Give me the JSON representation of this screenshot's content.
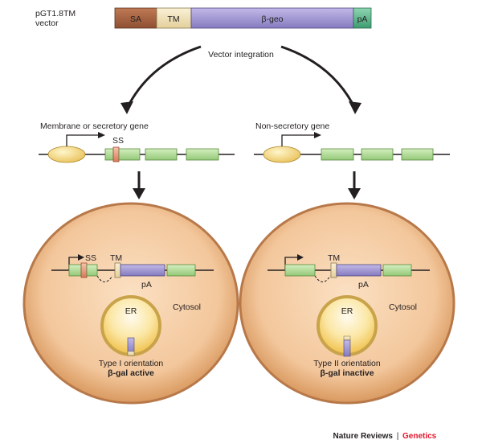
{
  "vector": {
    "name_line1": "pGT1.8TM",
    "name_line2": "vector",
    "segments": [
      {
        "label": "SA",
        "color": "#a0603f"
      },
      {
        "label": "TM",
        "color": "#f0e2bd"
      },
      {
        "label": "β-geo",
        "color": "#9b8fc9"
      },
      {
        "label": "pA",
        "color": "#5ab48c"
      }
    ]
  },
  "integration_label": "Vector integration",
  "left": {
    "gene_title": "Membrane or secretory gene",
    "ss_label": "SS",
    "cell": {
      "ss_label": "SS",
      "tm_label": "TM",
      "pa_label": "pA",
      "er_label": "ER",
      "cytosol_label": "Cytosol",
      "orientation": "Type I orientation",
      "activity": "β-gal active"
    }
  },
  "right": {
    "gene_title": "Non-secretory gene",
    "cell": {
      "tm_label": "TM",
      "pa_label": "pA",
      "er_label": "ER",
      "cytosol_label": "Cytosol",
      "orientation": "Type II orientation",
      "activity": "β-gal inactive"
    }
  },
  "footer": {
    "journal": "Nature Reviews",
    "separator": "|",
    "section": "Genetics"
  },
  "colors": {
    "exon": "#a8d88a",
    "exon_stroke": "#5a8a3c",
    "promoter": "#f1d57a",
    "ss": "#e7a08a",
    "tm": "#f0e2bd",
    "bgeo": "#9b8fc9",
    "cell_fill": "#f3c9a0",
    "cell_edge": "#c98a5a",
    "er_fill": "#fbe39c",
    "footer_accent": "#e3182d"
  }
}
